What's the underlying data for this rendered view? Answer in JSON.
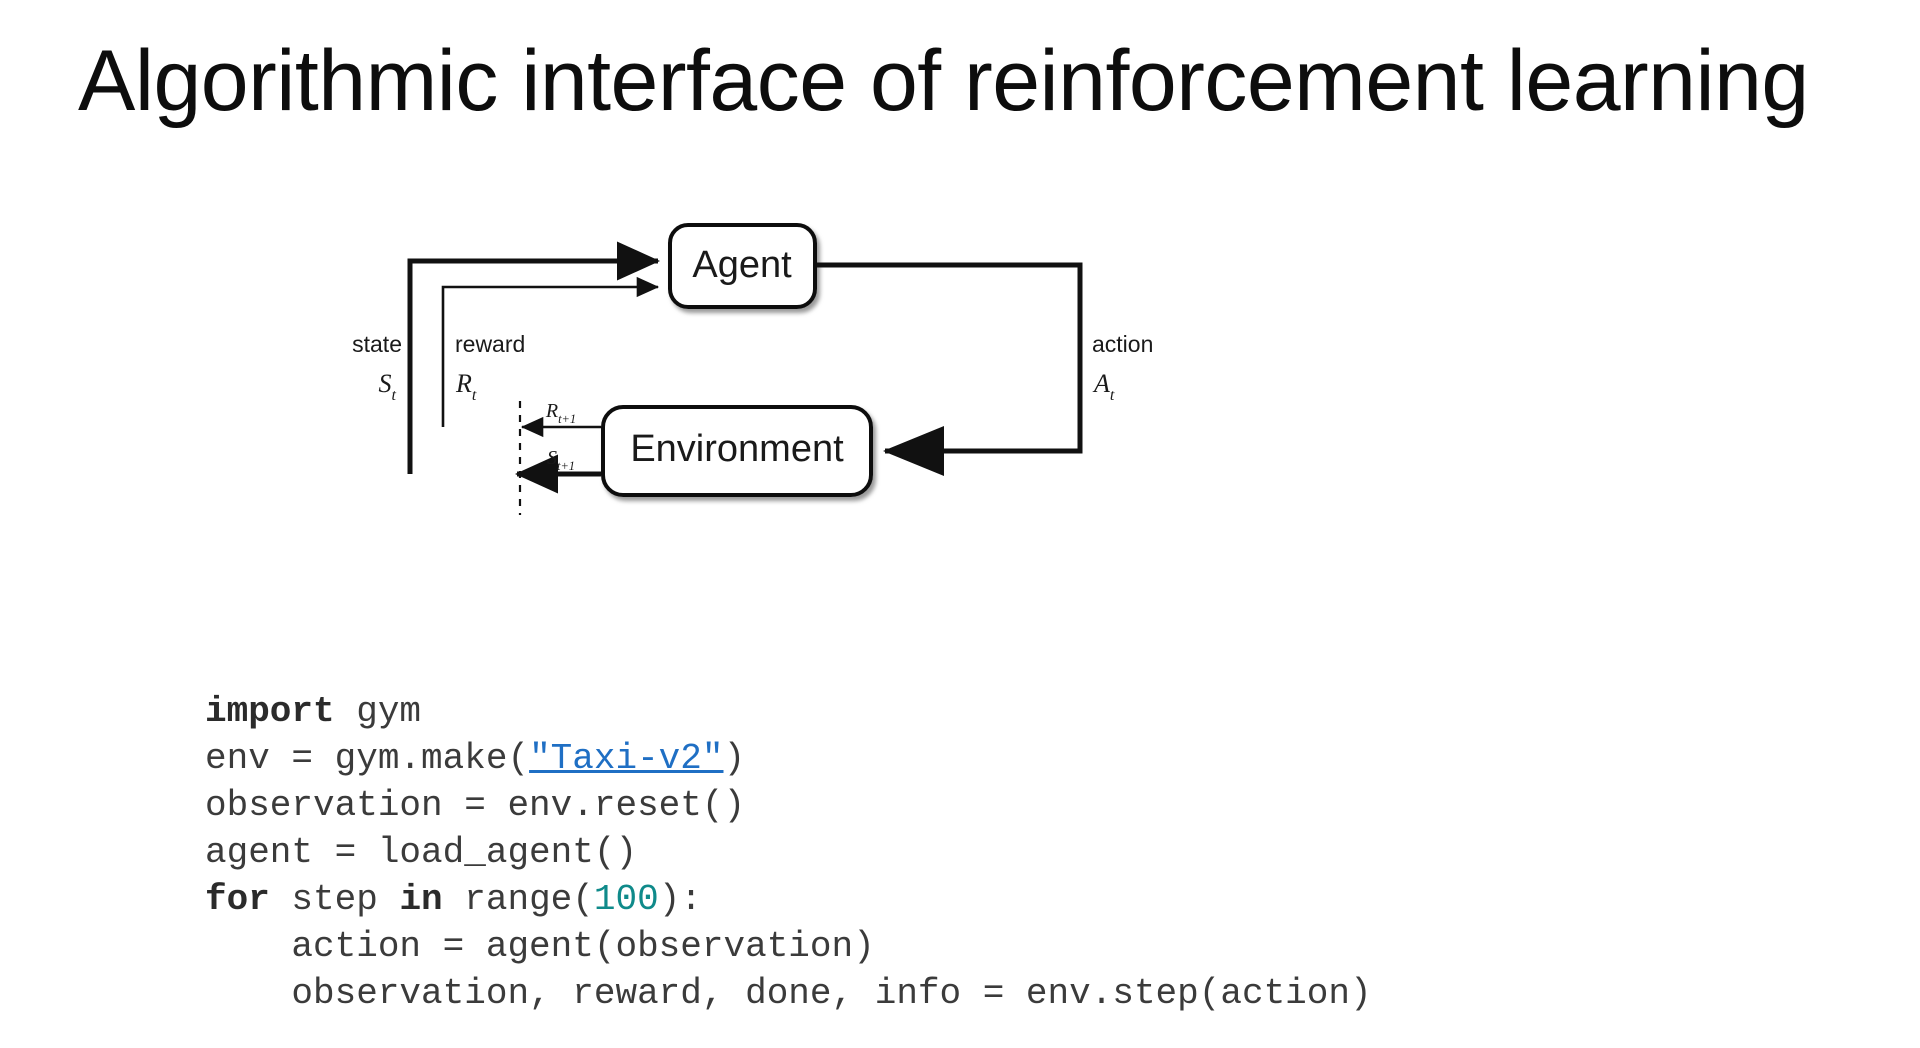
{
  "slide": {
    "title": "Algorithmic interface of reinforcement learning",
    "background_color": "#ffffff",
    "title_color": "#0d0d0d"
  },
  "diagram": {
    "name": "agent-environment-interaction-loop",
    "nodes": [
      {
        "id": "agent",
        "label": "Agent"
      },
      {
        "id": "environment",
        "label": "Environment"
      }
    ],
    "edge_labels": [
      {
        "id": "state",
        "text": "state",
        "symbol_base": "S",
        "symbol_sub": "t"
      },
      {
        "id": "reward",
        "text": "reward",
        "symbol_base": "R",
        "symbol_sub": "t"
      },
      {
        "id": "action",
        "text": "action",
        "symbol_base": "A",
        "symbol_sub": "t"
      }
    ],
    "transition_labels": [
      {
        "id": "reward-next",
        "symbol_base": "R",
        "symbol_sub": "t+1"
      },
      {
        "id": "state-next",
        "symbol_base": "S",
        "symbol_sub": "t+1"
      }
    ],
    "stroke_color": "#111111"
  },
  "code": {
    "language": "python",
    "text_color": "#3b3b3b",
    "keyword_color": "#2b2b2b",
    "link_color": "#1f6fc4",
    "number_color": "#0f8a8a",
    "lines": [
      {
        "id": "line-1",
        "tokens": [
          {
            "t": "import",
            "k": "kw"
          },
          {
            "t": " gym",
            "k": "plain"
          }
        ]
      },
      {
        "id": "line-2",
        "tokens": [
          {
            "t": "env = gym.make(",
            "k": "plain"
          },
          {
            "t": "\"Taxi-v2\"",
            "k": "lnk"
          },
          {
            "t": ")",
            "k": "plain"
          }
        ]
      },
      {
        "id": "line-3",
        "tokens": [
          {
            "t": "observation = env.reset()",
            "k": "plain"
          }
        ]
      },
      {
        "id": "line-4",
        "tokens": [
          {
            "t": "agent = load_agent()",
            "k": "plain"
          }
        ]
      },
      {
        "id": "line-5",
        "tokens": [
          {
            "t": "for",
            "k": "kw"
          },
          {
            "t": " step ",
            "k": "plain"
          },
          {
            "t": "in",
            "k": "kw"
          },
          {
            "t": " range(",
            "k": "plain"
          },
          {
            "t": "100",
            "k": "num"
          },
          {
            "t": "):",
            "k": "plain"
          }
        ]
      },
      {
        "id": "line-6",
        "tokens": [
          {
            "t": "    action = agent(observation)",
            "k": "plain"
          }
        ]
      },
      {
        "id": "line-7",
        "tokens": [
          {
            "t": "    observation, reward, done, info = env.step(action)",
            "k": "plain"
          }
        ]
      }
    ]
  }
}
